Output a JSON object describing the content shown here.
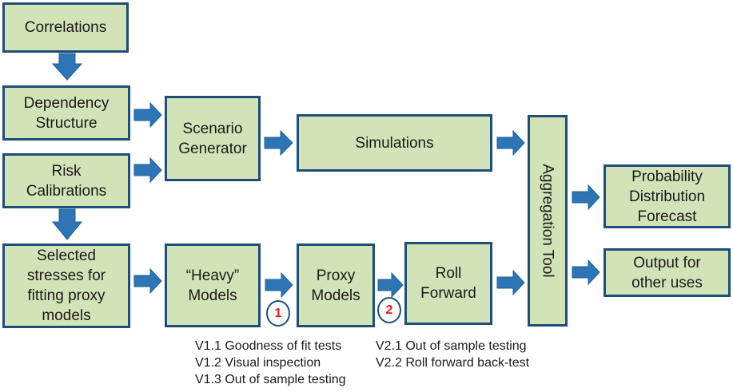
{
  "diagram": {
    "nodes": {
      "correlations": "Correlations",
      "dependency_structure": "Dependency\nStructure",
      "risk_calibrations": "Risk\nCalibrations",
      "selected_stresses": "Selected\nstresses for\nfitting proxy\nmodels",
      "scenario_generator": "Scenario\nGenerator",
      "simulations": "Simulations",
      "heavy_models": "“Heavy”\nModels",
      "proxy_models": "Proxy\nModels",
      "roll_forward": "Roll\nForward",
      "aggregation_tool": "Aggregation Tool",
      "probability_forecast": "Probability\nDistribution\nForecast",
      "output_other_uses": "Output for\nother uses"
    },
    "edges": [
      {
        "from": "correlations",
        "to": "dependency_structure"
      },
      {
        "from": "dependency_structure",
        "to": "scenario_generator"
      },
      {
        "from": "risk_calibrations",
        "to": "scenario_generator"
      },
      {
        "from": "risk_calibrations",
        "to": "selected_stresses"
      },
      {
        "from": "scenario_generator",
        "to": "simulations"
      },
      {
        "from": "simulations",
        "to": "aggregation_tool"
      },
      {
        "from": "selected_stresses",
        "to": "heavy_models"
      },
      {
        "from": "heavy_models",
        "to": "proxy_models",
        "badge": "1"
      },
      {
        "from": "proxy_models",
        "to": "roll_forward",
        "badge": "2"
      },
      {
        "from": "roll_forward",
        "to": "aggregation_tool"
      },
      {
        "from": "aggregation_tool",
        "to": "probability_forecast"
      },
      {
        "from": "aggregation_tool",
        "to": "output_other_uses"
      }
    ],
    "badges": {
      "one": "1",
      "two": "2"
    },
    "validation_notes": {
      "v1": [
        "V1.1 Goodness of fit tests",
        "V1.2 Visual inspection",
        "V1.3 Out of sample testing"
      ],
      "v2": [
        "V2.1 Out of sample testing",
        "V2.2 Roll forward back-test"
      ]
    },
    "colors": {
      "box_fill": "#d3e3b8",
      "box_border": "#1f4e79",
      "arrow": "#2e75b6",
      "badge_text": "#e21b1b"
    }
  }
}
